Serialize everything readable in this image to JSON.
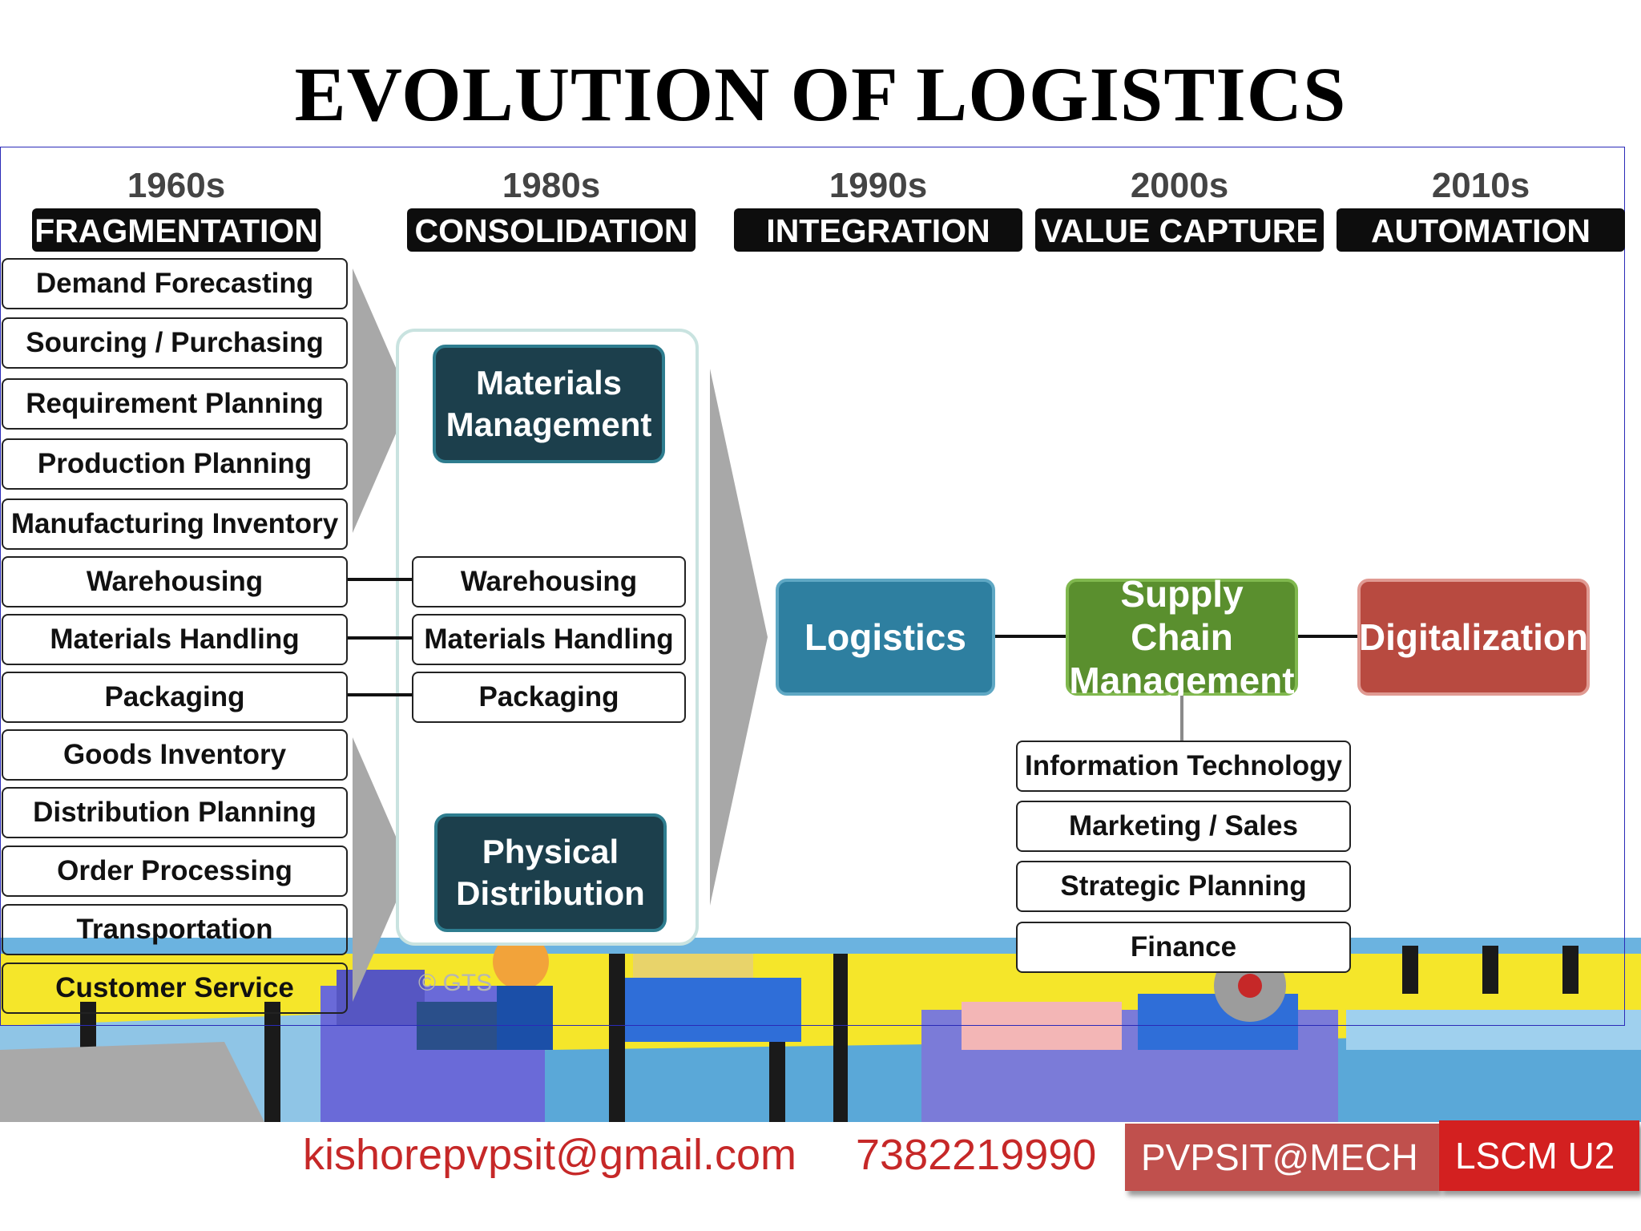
{
  "title": "EVOLUTION OF LOGISTICS",
  "eras": [
    {
      "year": "1960s",
      "label": "FRAGMENTATION"
    },
    {
      "year": "1980s",
      "label": "CONSOLIDATION"
    },
    {
      "year": "1990s",
      "label": "INTEGRATION"
    },
    {
      "year": "2000s",
      "label": "VALUE CAPTURE"
    },
    {
      "year": "2010s",
      "label": "AUTOMATION"
    }
  ],
  "fragmentation_items": [
    "Demand Forecasting",
    "Sourcing / Purchasing",
    "Requirement Planning",
    "Production Planning",
    "Manufacturing Inventory",
    "Warehousing",
    "Materials Handling",
    "Packaging",
    "Goods Inventory",
    "Distribution Planning",
    "Order Processing",
    "Transportation",
    "Customer Service"
  ],
  "consolidation": {
    "materials_management": "Materials Management",
    "physical_distribution": "Physical Distribution",
    "shared": [
      "Warehousing",
      "Materials Handling",
      "Packaging"
    ]
  },
  "integration": "Logistics",
  "value_capture": {
    "label": "Supply Chain Management",
    "items": [
      "Information Technology",
      "Marketing / Sales",
      "Strategic Planning",
      "Finance"
    ]
  },
  "automation": "Digitalization",
  "watermark": "© GTS",
  "colors": {
    "logistics": "#2e7fa0",
    "scm": "#5a8f2e",
    "digitalization": "#b84a40",
    "dark_box": "#1c3f4c",
    "footer_text": "#c62828"
  },
  "footer": {
    "email": "kishorepvpsit@gmail.com",
    "phone": "7382219990",
    "badge1": "PVPSIT@MECH",
    "badge2": "LSCM U2"
  }
}
